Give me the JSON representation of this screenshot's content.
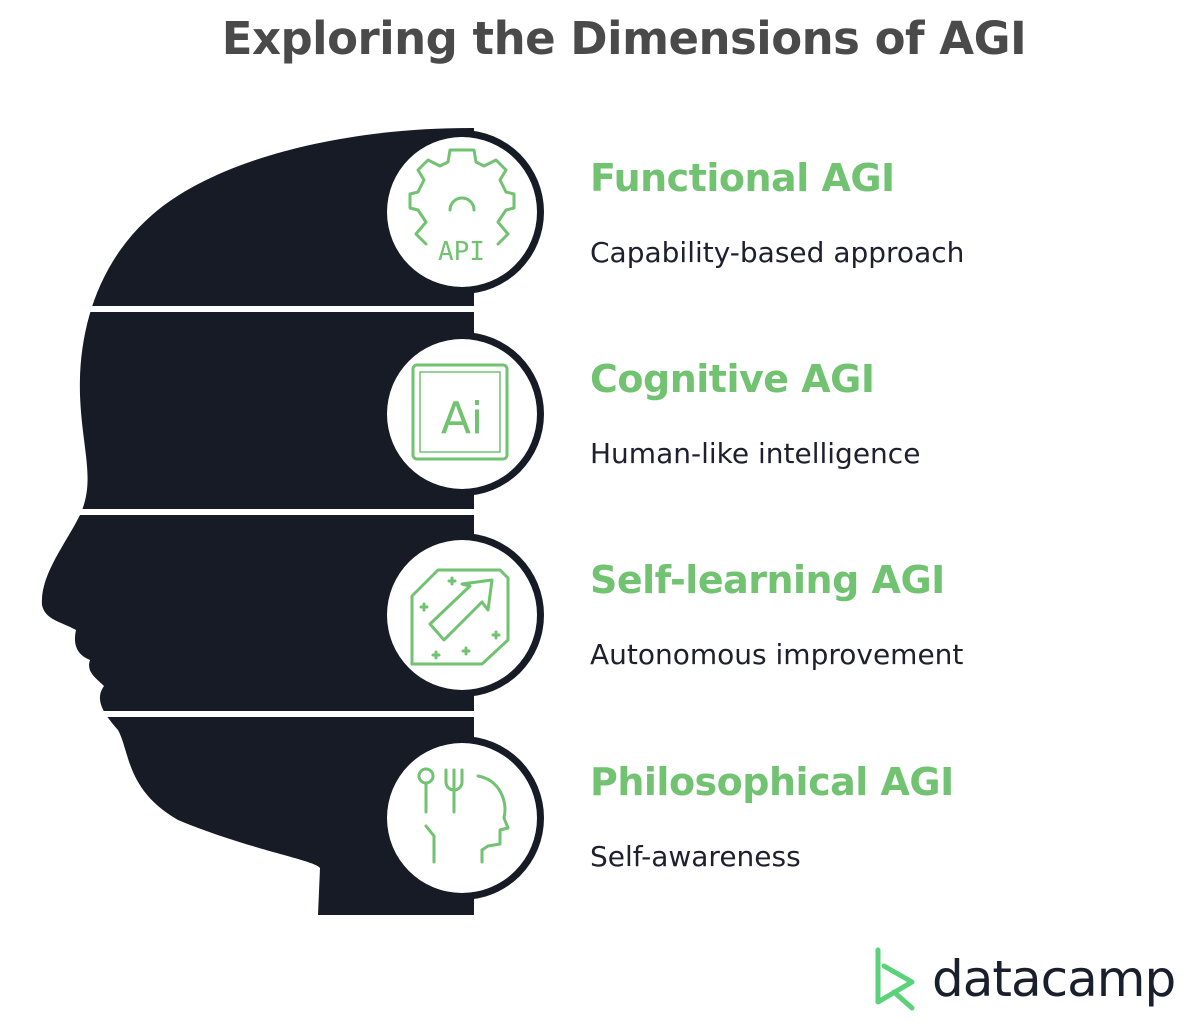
{
  "title": "Exploring the Dimensions of AGI",
  "colors": {
    "head": "#161b26",
    "accent": "#71c271",
    "title": "#4a4a4a",
    "description": "#1f1f2e"
  },
  "items": [
    {
      "heading": "Functional AGI",
      "description": "Capability-based approach",
      "icon": "gear-api-icon",
      "icon_text": "API"
    },
    {
      "heading": "Cognitive AGI",
      "description": "Human-like intelligence",
      "icon": "ai-chip-icon",
      "icon_text": "Ai"
    },
    {
      "heading": "Self-learning AGI",
      "description": "Autonomous improvement",
      "icon": "growth-arrow-icon"
    },
    {
      "heading": "Philosophical AGI",
      "description": "Self-awareness",
      "icon": "mind-head-icon"
    }
  ],
  "logo": {
    "text": "datacamp"
  }
}
